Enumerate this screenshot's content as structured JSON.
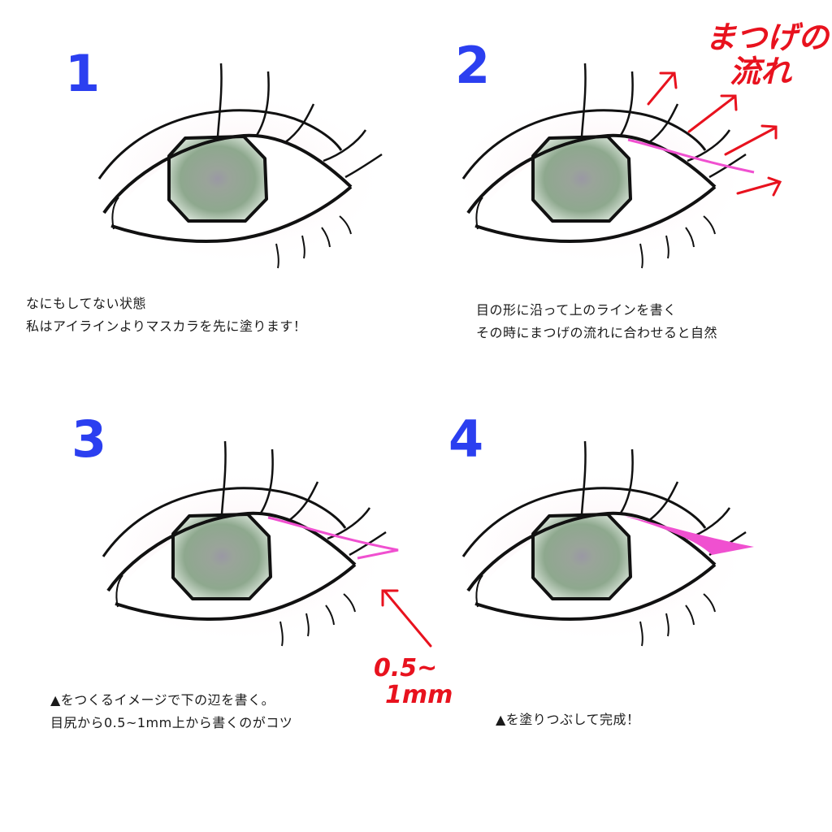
{
  "steps": [
    {
      "number": "1",
      "caption_line1": "なにもしてない状態",
      "caption_line2": "私はアイラインよりマスカラを先に塗ります！",
      "liner": "none"
    },
    {
      "number": "2",
      "caption_line1": "目の形に沿って上のラインを書く",
      "caption_line2": "その時にまつげの流れに合わせると自然",
      "liner": "upper-line",
      "annotation_line1": "まつげの",
      "annotation_line2": "流れ"
    },
    {
      "number": "3",
      "caption_line1": "▲をつくるイメージで下の辺を書く。",
      "caption_line2": "目尻から0.5~1mm上から書くのがコツ",
      "liner": "triangle-outline",
      "annotation_line1": "0.5~",
      "annotation_line2": "1mm"
    },
    {
      "number": "4",
      "caption_line1": "▲を塗りつぶして完成！",
      "liner": "triangle-filled"
    }
  ],
  "colors": {
    "step_number": "#2b3ff0",
    "annotation": "#e8121e",
    "eyeliner": "#f050d0",
    "iris": "#8fa88f",
    "pupil": "#9a98a4",
    "outline": "#111111",
    "lid_shadow": "#fbe6ec"
  }
}
